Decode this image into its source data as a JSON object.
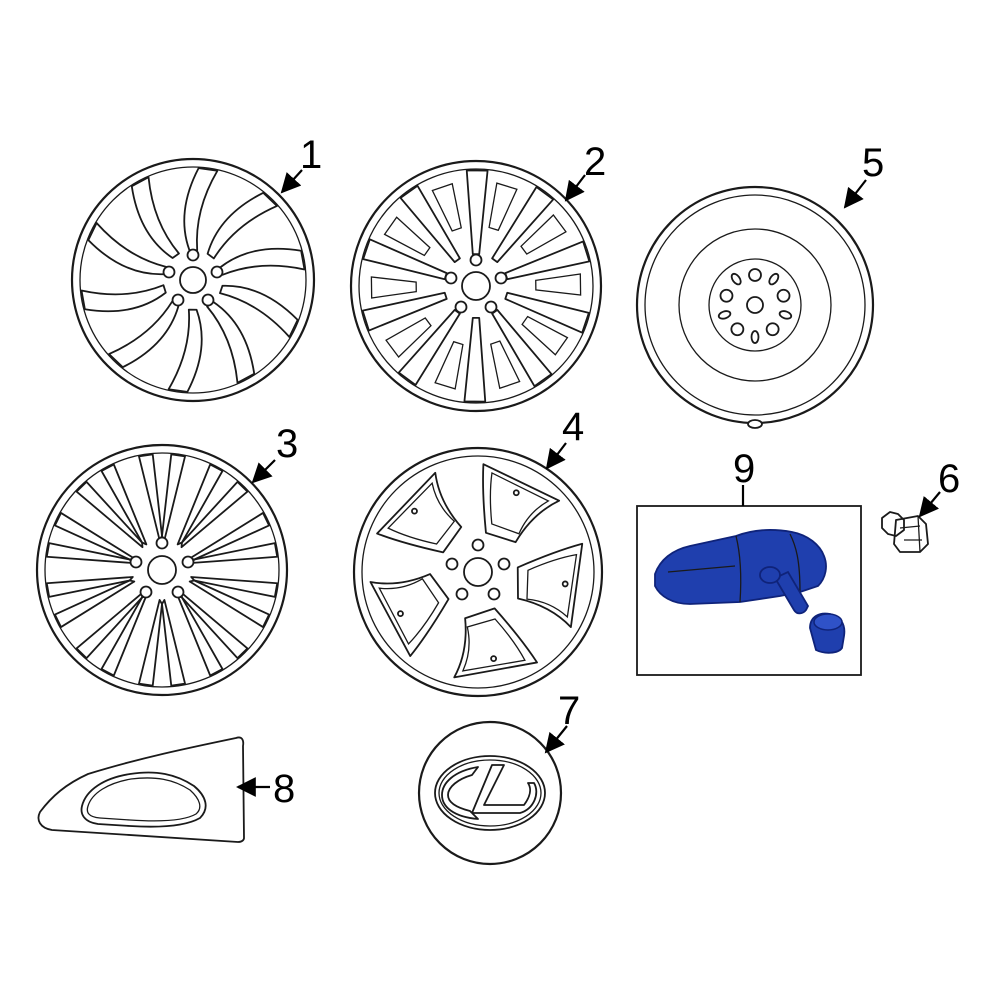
{
  "callouts": {
    "c1": "1",
    "c2": "2",
    "c3": "3",
    "c4": "4",
    "c5": "5",
    "c6": "6",
    "c7": "7",
    "c8": "8",
    "c9": "9"
  },
  "colors": {
    "highlight": "#1f3fae",
    "highlight_dark": "#0f237a",
    "line": "#1a1a1a"
  }
}
